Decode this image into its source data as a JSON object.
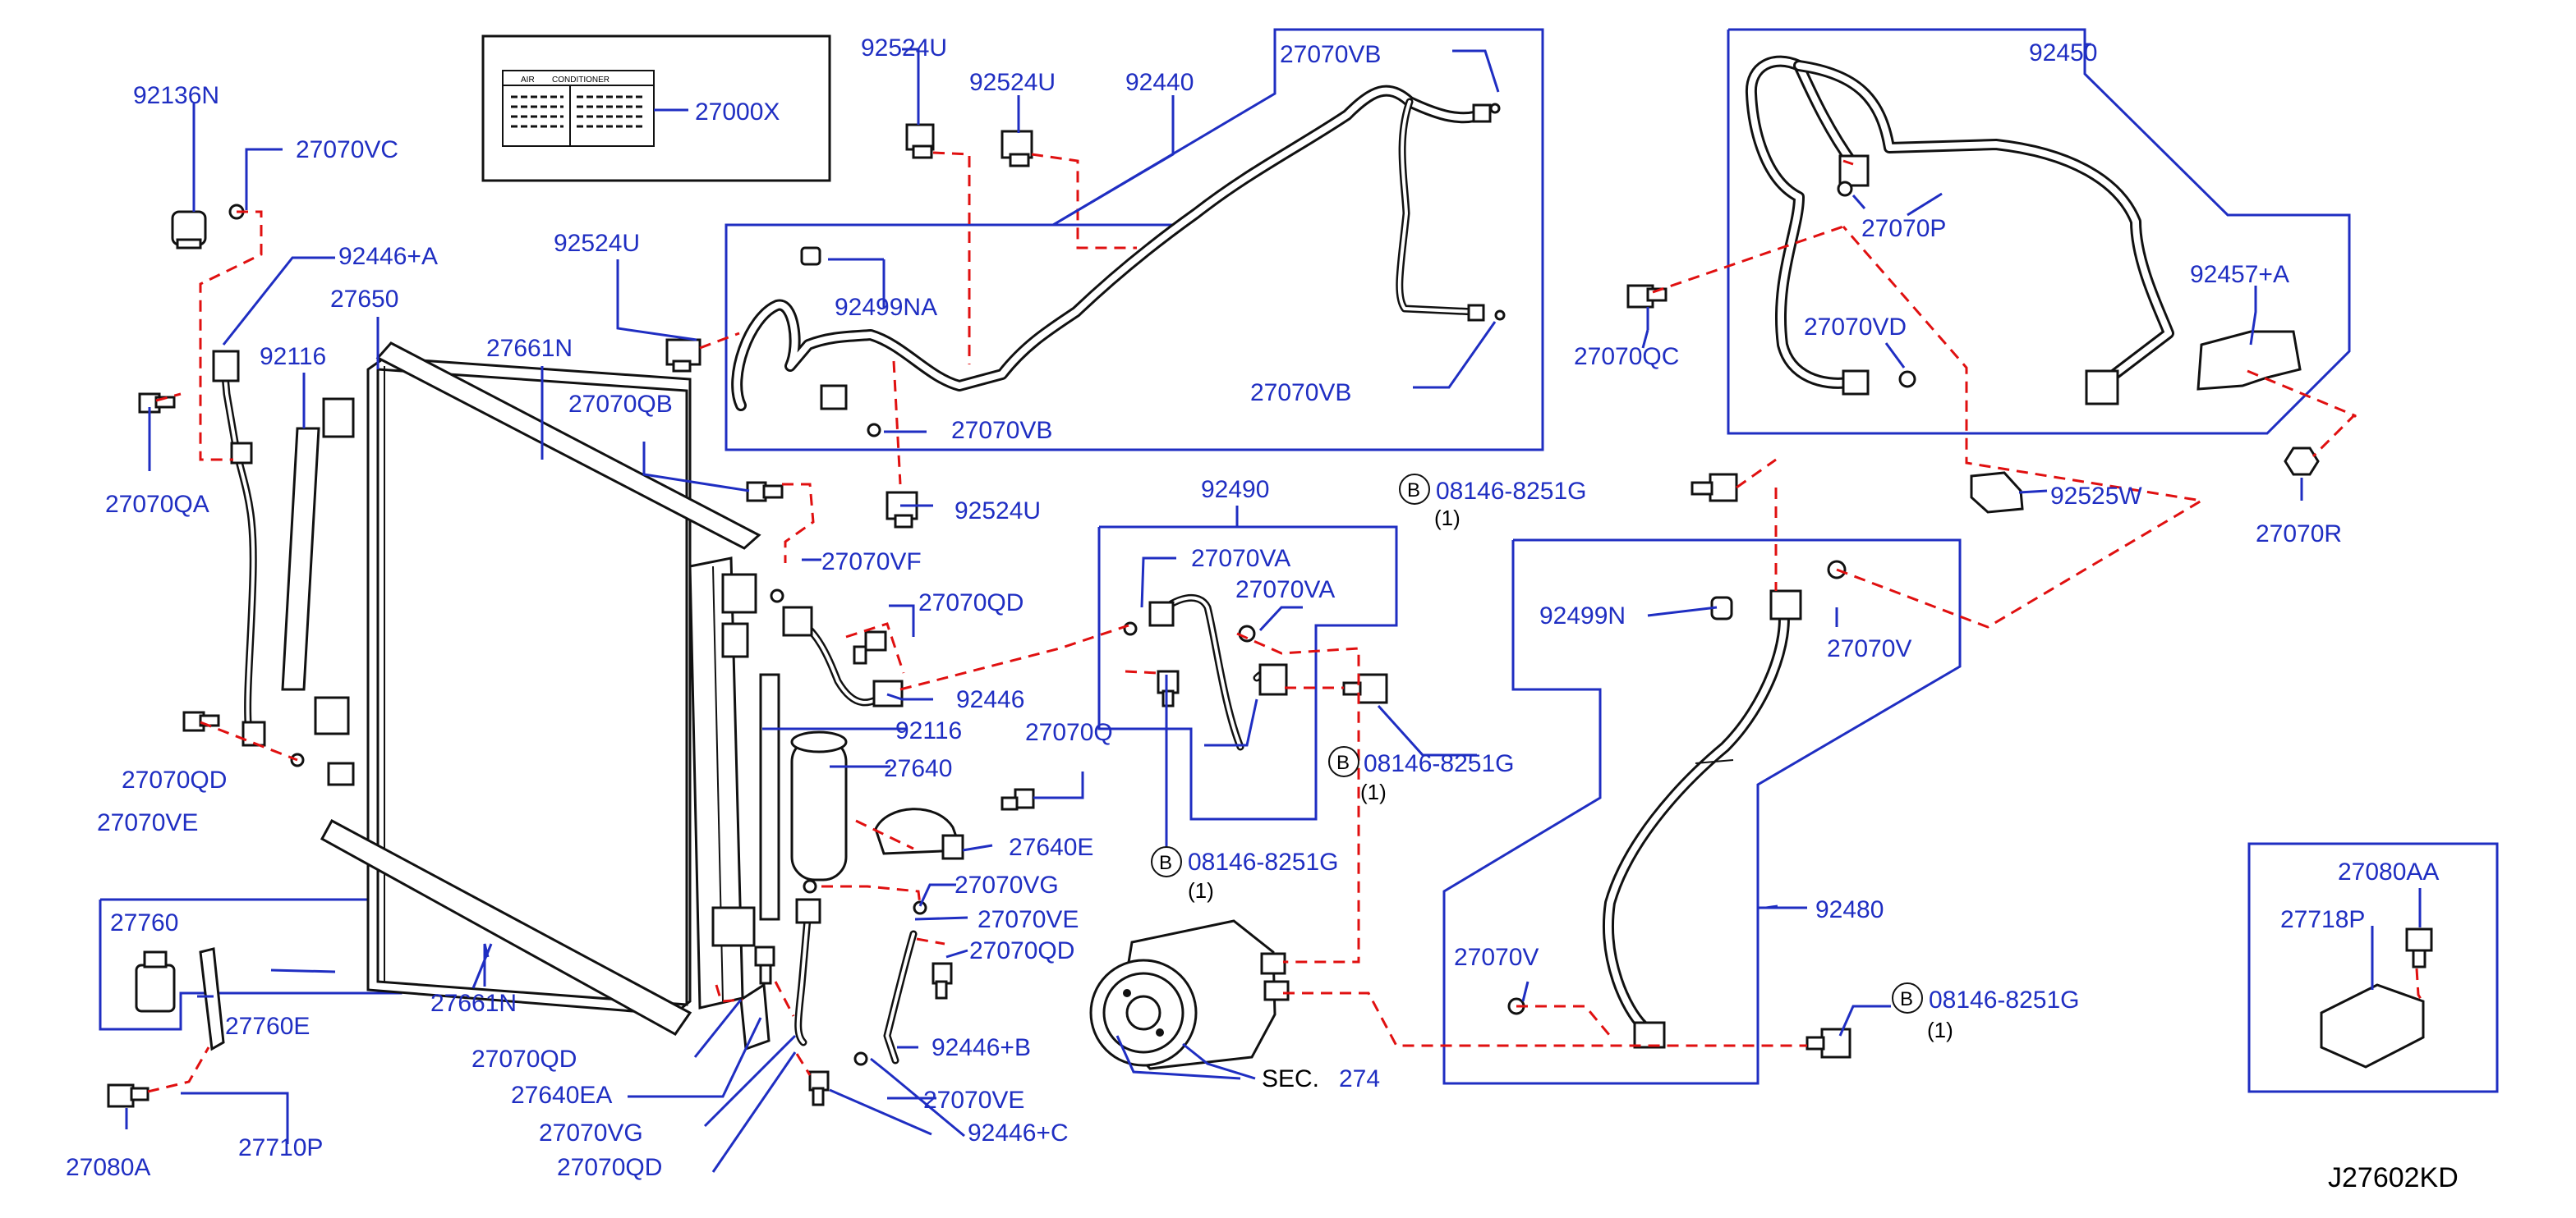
{
  "diagram_code": "J27602KD",
  "sec_ref": {
    "prefix": "SEC.",
    "number": "274"
  },
  "bolt_letter": "B",
  "bolt_qty": "(1)",
  "label_plate": {
    "title_left": "AIR",
    "title_right": "CONDITIONER"
  },
  "parts": {
    "p27000X": "27000X",
    "p92524U_a": "92524U",
    "p92524U_b": "92524U",
    "p92524U_c": "92524U",
    "p92524U_d": "92524U",
    "p92440": "92440",
    "p27070VB_a": "27070VB",
    "p27070VB_b": "27070VB",
    "p27070VB_c": "27070VB",
    "p92499NA": "92499NA",
    "p92450": "92450",
    "p27070P": "27070P",
    "p92457A": "92457+A",
    "p27070QC": "27070QC",
    "p27070VD": "27070VD",
    "p92525W": "92525W",
    "p27070R": "27070R",
    "p92136N": "92136N",
    "p27070VC": "27070VC",
    "p92446A": "92446+A",
    "p27650": "27650",
    "p92116_a": "92116",
    "p92116_b": "92116",
    "p27661N_a": "27661N",
    "p27661N_b": "27661N",
    "p27070QB": "27070QB",
    "p27070QA": "27070QA",
    "p27070VF": "27070VF",
    "p27070QD_a": "27070QD",
    "p27070QD_b": "27070QD",
    "p27070QD_c": "27070QD",
    "p27070QD_d": "27070QD",
    "p27070QD_e": "27070QD",
    "p92446": "92446",
    "p27070VE_a": "27070VE",
    "p27070VE_b": "27070VE",
    "p27070VE_c": "27070VE",
    "p27640": "27640",
    "p27070Q": "27070Q",
    "p27640E": "27640E",
    "p27070VG_a": "27070VG",
    "p27070VG_b": "27070VG",
    "p92446B": "92446+B",
    "p92446C": "92446+C",
    "p27640EA": "27640EA",
    "p92490": "92490",
    "p27070VA_a": "27070VA",
    "p27070VA_b": "27070VA",
    "p08146_a": "08146-8251G",
    "p08146_b": "08146-8251G",
    "p08146_c": "08146-8251G",
    "p08146_d": "08146-8251G",
    "p92499N": "92499N",
    "p27070V_a": "27070V",
    "p27070V_b": "27070V",
    "p92480": "92480",
    "p27760": "27760",
    "p27760E": "27760E",
    "p27710P": "27710P",
    "p27080A": "27080A",
    "p27080AA": "27080AA",
    "p27718P": "27718P"
  },
  "colors": {
    "callout": "#1f2ec2",
    "dashed_leader": "#e01010",
    "linework": "#111111"
  }
}
